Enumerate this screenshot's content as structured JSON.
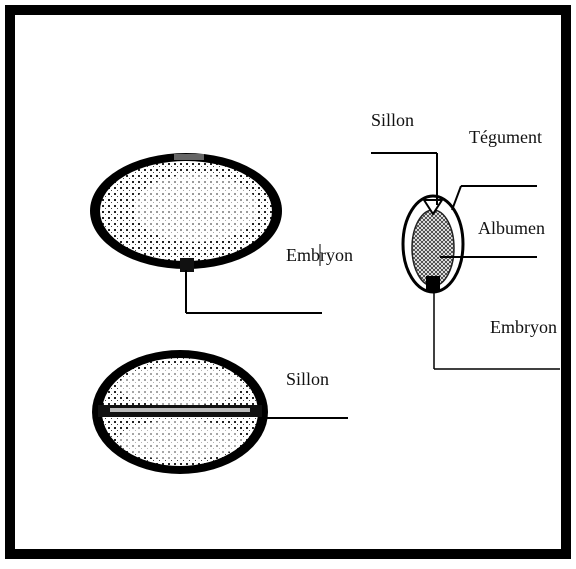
{
  "diagram": {
    "labels": {
      "embryon_left": "Embryon",
      "sillon_left": "Sillon",
      "sillon_right": "Sillon",
      "tegument": "Tégument",
      "albumen": "Albumen",
      "embryon_right": "Embryon"
    },
    "colors": {
      "frame": "#000000",
      "ink": "#111111",
      "background": "#ffffff"
    }
  }
}
